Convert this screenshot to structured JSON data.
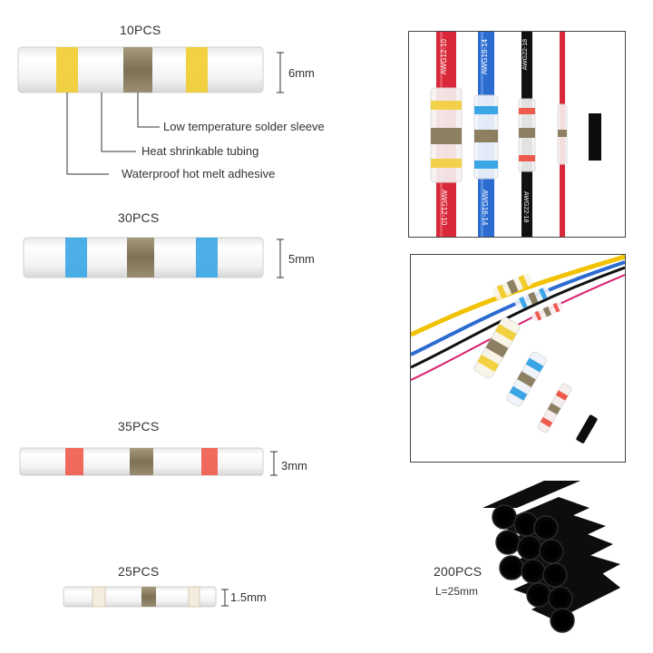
{
  "sleeves": [
    {
      "qty": "10PCS",
      "diameter": "6mm",
      "band_color": "#f1cd2e",
      "band_dark": "#c9a21a"
    },
    {
      "qty": "30PCS",
      "diameter": "5mm",
      "band_color": "#3aa6e6",
      "band_dark": "#1b7bbf"
    },
    {
      "qty": "35PCS",
      "diameter": "3mm",
      "band_color": "#ee5b4d",
      "band_dark": "#c6372c"
    },
    {
      "qty": "25PCS",
      "diameter": "1.5mm",
      "band_color": "#f3ecdf",
      "band_dark": "#cfc4ae"
    }
  ],
  "annotations": {
    "solder": "Low temperature solder sleeve",
    "tubing": "Heat shrinkable tubing",
    "adhesive": "Waterproof hot melt adhesive"
  },
  "wire_labels": [
    "AWG12-10",
    "AWG16-14",
    "AWG22-18"
  ],
  "tubes": {
    "qty": "200PCS",
    "length": "L=25mm",
    "color": "#0d0d0d"
  },
  "colors": {
    "solder": "#8d8062",
    "wire_red": "#d8283a",
    "wire_blue": "#2c6cd0",
    "wire_black": "#111111",
    "wire_yellow": "#f2c200"
  }
}
